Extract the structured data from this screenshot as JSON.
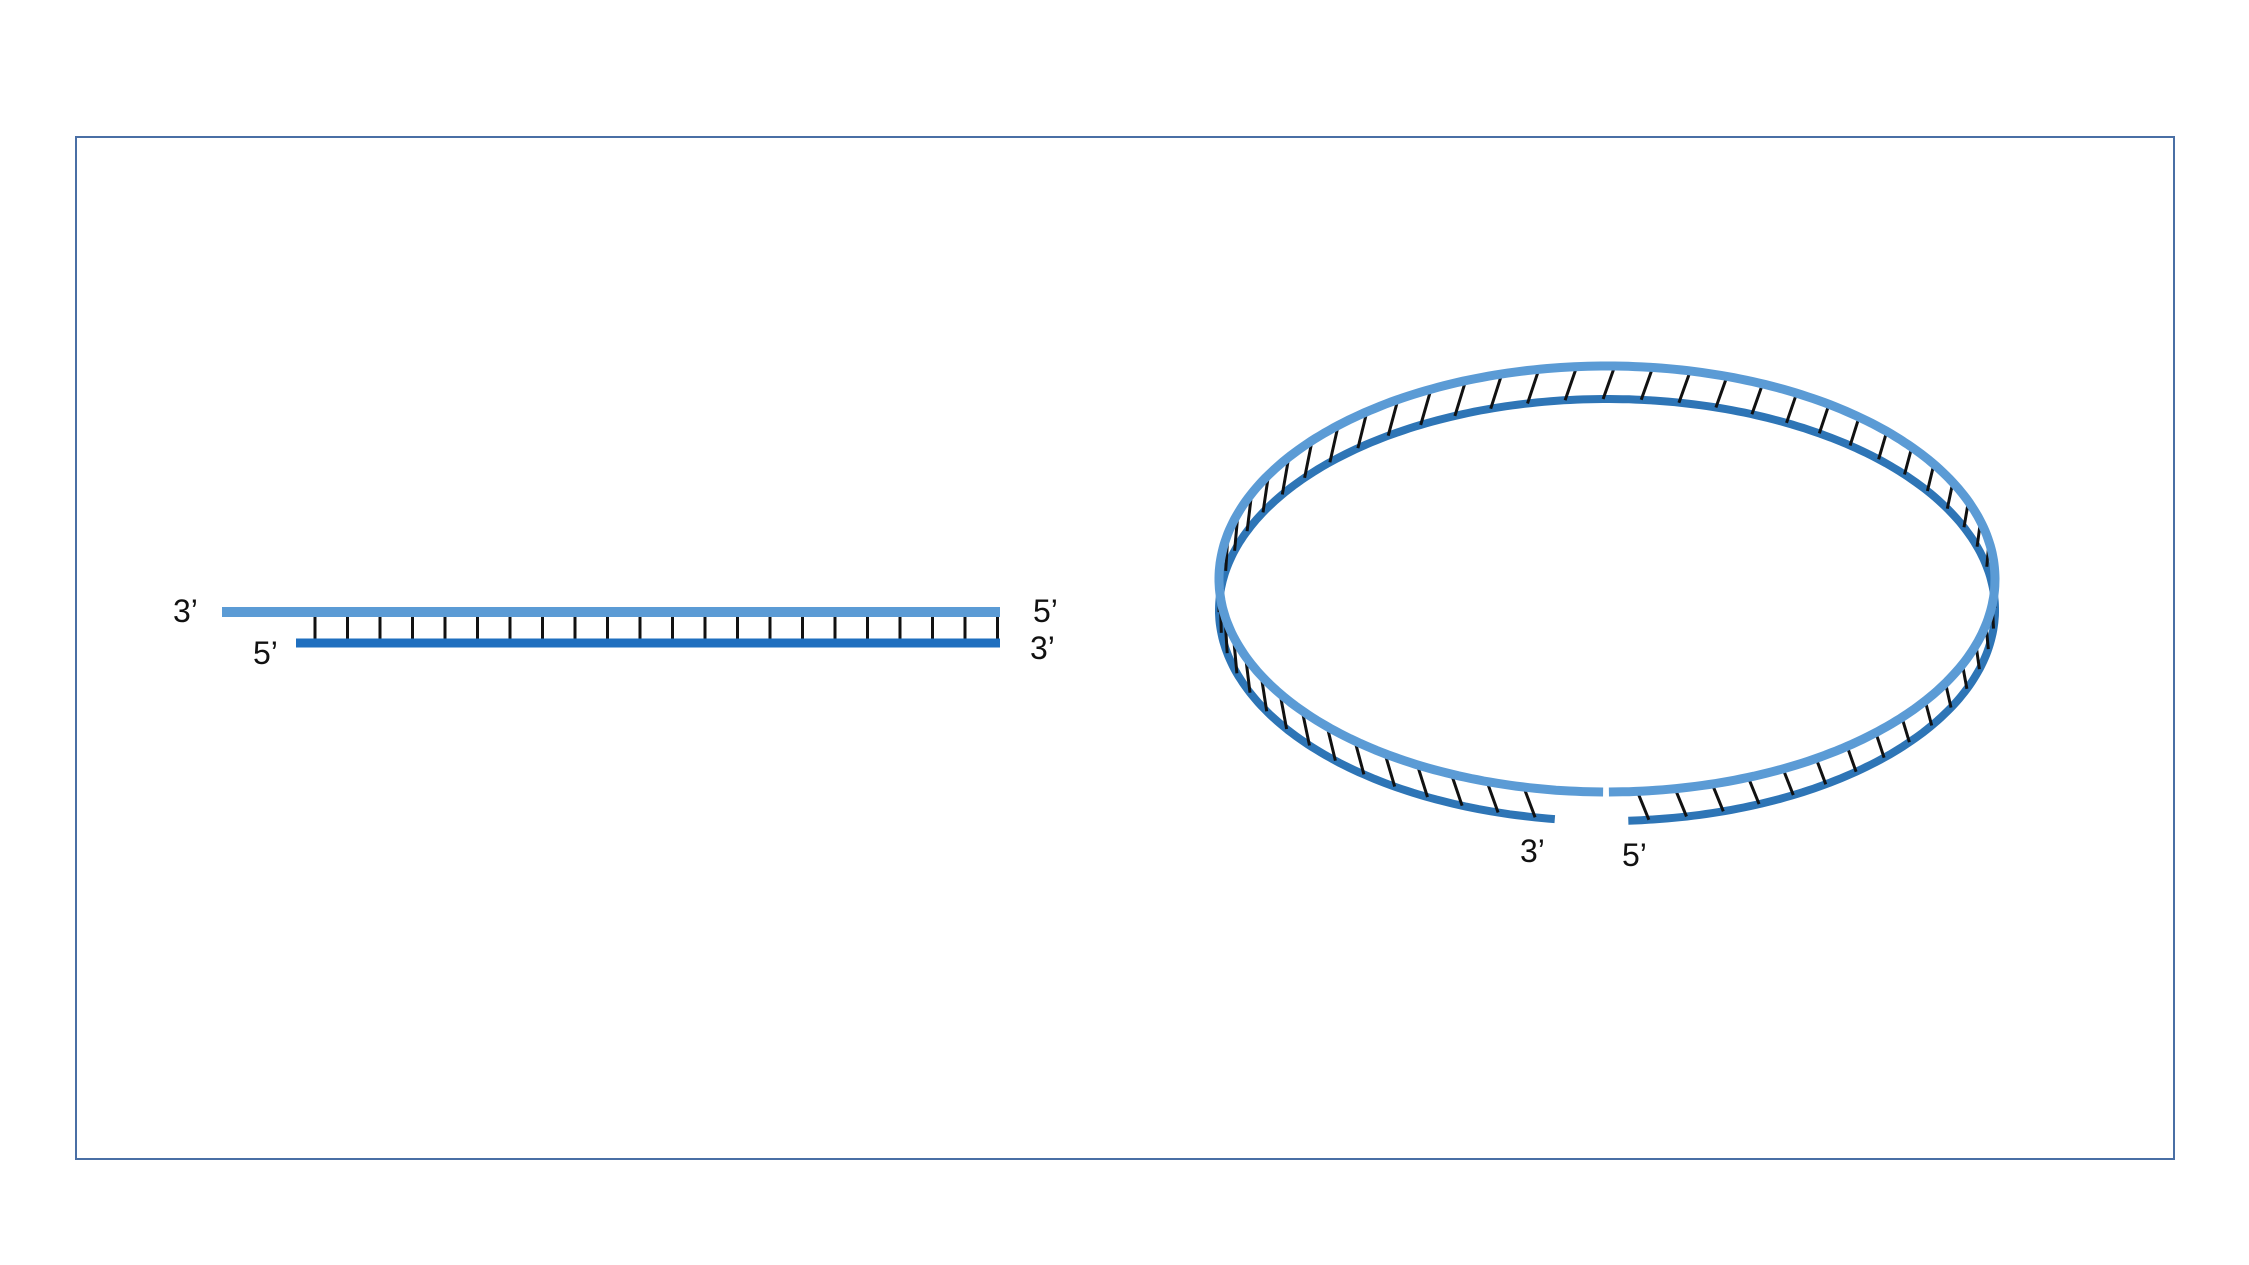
{
  "colors": {
    "strand_light": "#5b9bd5",
    "strand_dark": "#2e75b6",
    "strand_dark_linear": "#1f6fbf",
    "bonds": "#111111",
    "frame": "#4a6fa5"
  },
  "linear": {
    "top_left_label": "3’",
    "top_right_label": "5’",
    "bottom_left_label": "5’",
    "bottom_right_label": "3’"
  },
  "circular": {
    "left_end_label": "3’",
    "right_end_label": "5’"
  }
}
